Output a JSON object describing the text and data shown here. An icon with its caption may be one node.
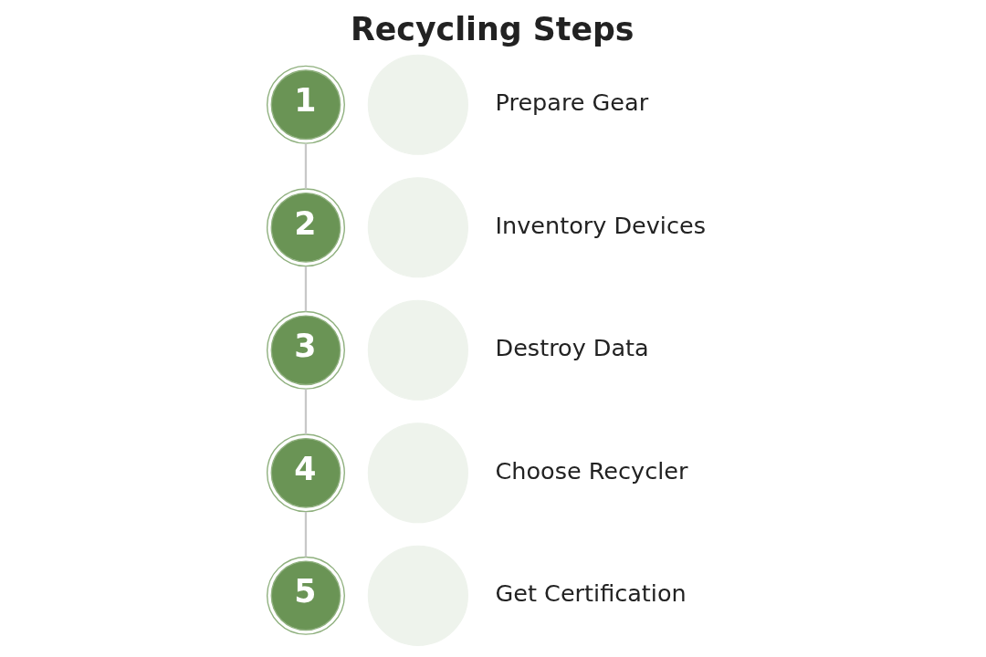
{
  "diagram": {
    "title": "Recycling Steps",
    "nodes": [
      {
        "text": [
          "1"
        ]
      },
      {
        "text": [],
        "shape": "circle",
        "beside": [
          "Prepare Gear"
        ]
      },
      {
        "text": [
          "2"
        ]
      },
      {
        "text": [],
        "shape": "circle",
        "beside": [
          "Inventory Devices"
        ]
      },
      {
        "text": [
          "3"
        ]
      },
      {
        "text": [],
        "shape": "circle",
        "beside": [
          "Destroy Data"
        ]
      },
      {
        "text": [
          "4"
        ]
      },
      {
        "text": [],
        "shape": "circle",
        "beside": [
          "Choose Recycler"
        ]
      },
      {
        "text": [
          "5"
        ]
      },
      {
        "text": [],
        "shape": "circle",
        "beside": [
          "Get Certification"
        ]
      }
    ],
    "edges": [
      {
        "from": 0,
        "to": 2,
        "arrow": "none"
      },
      {
        "from": 2,
        "to": 4,
        "arrow": "none"
      },
      {
        "from": 4,
        "to": 6,
        "arrow": "none"
      },
      {
        "from": 6,
        "to": 8,
        "arrow": "none"
      }
    ]
  }
}
